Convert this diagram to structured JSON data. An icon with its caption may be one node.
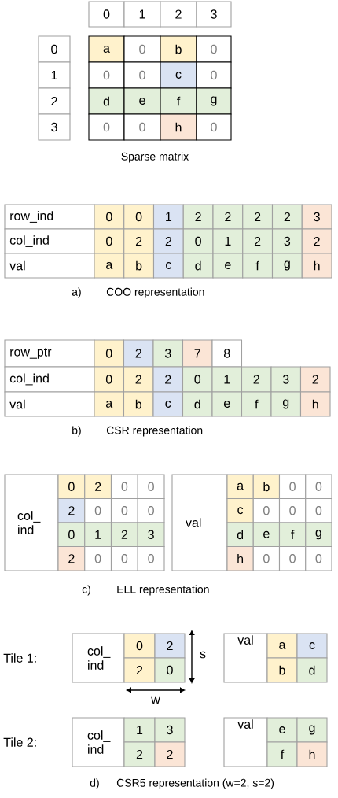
{
  "diagram": {
    "labels": [
      "0",
      "1",
      "2",
      "3",
      "0",
      "a",
      "0",
      "b",
      "0",
      "1",
      "0",
      "0",
      "c",
      "0",
      "2",
      "d",
      "e",
      "f",
      "g",
      "3",
      "0",
      "0",
      "h",
      "0",
      "Sparse matrix",
      "row_ind",
      "0",
      "0",
      "1",
      "2",
      "2",
      "2",
      "2",
      "3",
      "col_ind",
      "0",
      "2",
      "2",
      "0",
      "1",
      "2",
      "3",
      "2",
      "val",
      "a",
      "b",
      "c",
      "d",
      "e",
      "f",
      "g",
      "h",
      "a)",
      "COO representation",
      "row_ptr",
      "0",
      "2",
      "3",
      "7",
      "8",
      "col_ind",
      "0",
      "2",
      "2",
      "0",
      "1",
      "2",
      "3",
      "2",
      "val",
      "a",
      "b",
      "c",
      "d",
      "e",
      "f",
      "g",
      "h",
      "b)",
      "CSR representation",
      "col_ ind",
      "0",
      "2",
      "0",
      "0",
      "2",
      "0",
      "0",
      "0",
      "0",
      "1",
      "2",
      "3",
      "2",
      "0",
      "0",
      "0",
      "val",
      "a",
      "b",
      "0",
      "0",
      "c",
      "0",
      "0",
      "0",
      "d",
      "e",
      "f",
      "g",
      "h",
      "0",
      "0",
      "0",
      "c)",
      "ELL representation",
      "Tile 1:",
      "col_ ind",
      "0",
      "2",
      "2",
      "0",
      "s",
      "val",
      "a",
      "c",
      "b",
      "d",
      "w",
      "Tile 2:",
      "col_ ind",
      "1",
      "3",
      "2",
      "2",
      "val",
      "e",
      "g",
      "f",
      "h",
      "d)",
      "CSR5 representation (w=2, s=2)"
    ]
  }
}
